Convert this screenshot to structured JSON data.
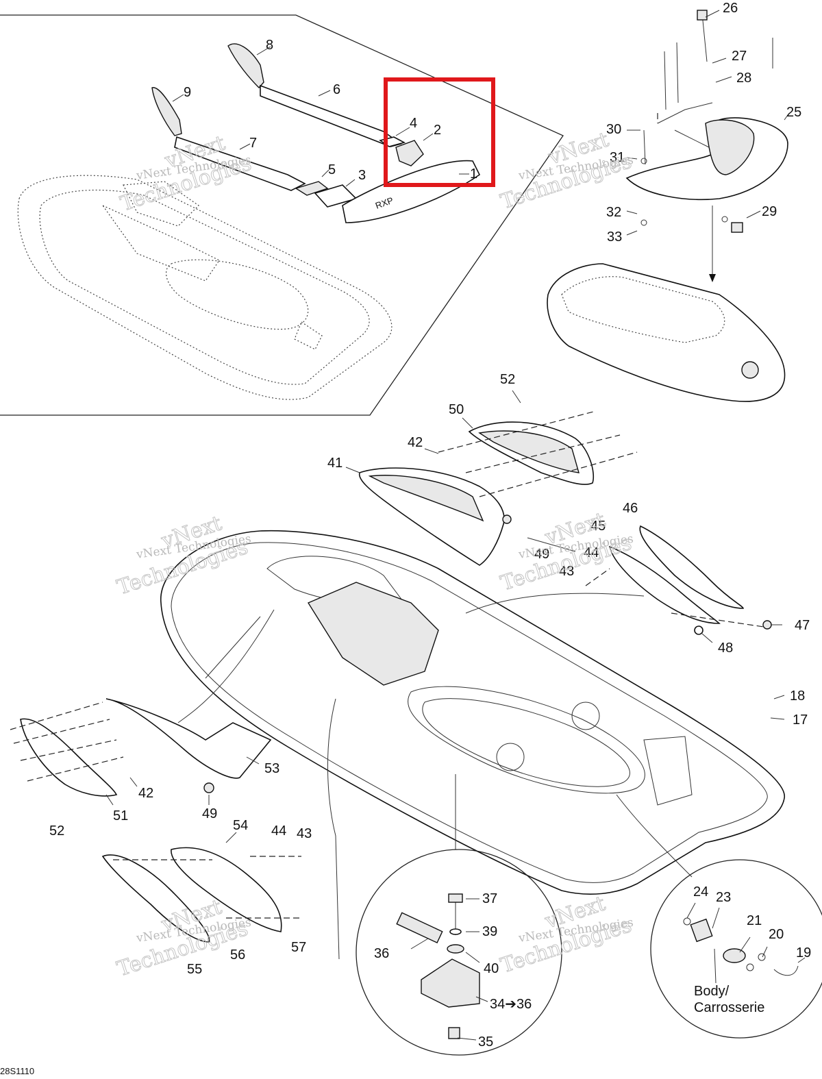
{
  "diagram": {
    "callouts": [
      "1",
      "2",
      "3",
      "4",
      "5",
      "6",
      "7",
      "8",
      "9",
      "17",
      "18",
      "19",
      "20",
      "21",
      "23",
      "24",
      "25",
      "26",
      "27",
      "28",
      "29",
      "30",
      "31",
      "32",
      "33",
      "34➔36",
      "35",
      "36",
      "37",
      "39",
      "40",
      "41",
      "42",
      "42",
      "43",
      "43",
      "44",
      "44",
      "45",
      "46",
      "47",
      "48",
      "49",
      "49",
      "50",
      "51",
      "52",
      "52",
      "53",
      "54",
      "55",
      "56",
      "57"
    ],
    "watermark_name": "vNext Technologies",
    "watermark_word": "Technologies",
    "watermark_top": "vNext",
    "detail_note_line1": "Body/",
    "detail_note_line2": "Carrosserie",
    "drawing_code": "28S1110",
    "highlight_color": "#e0181b"
  }
}
